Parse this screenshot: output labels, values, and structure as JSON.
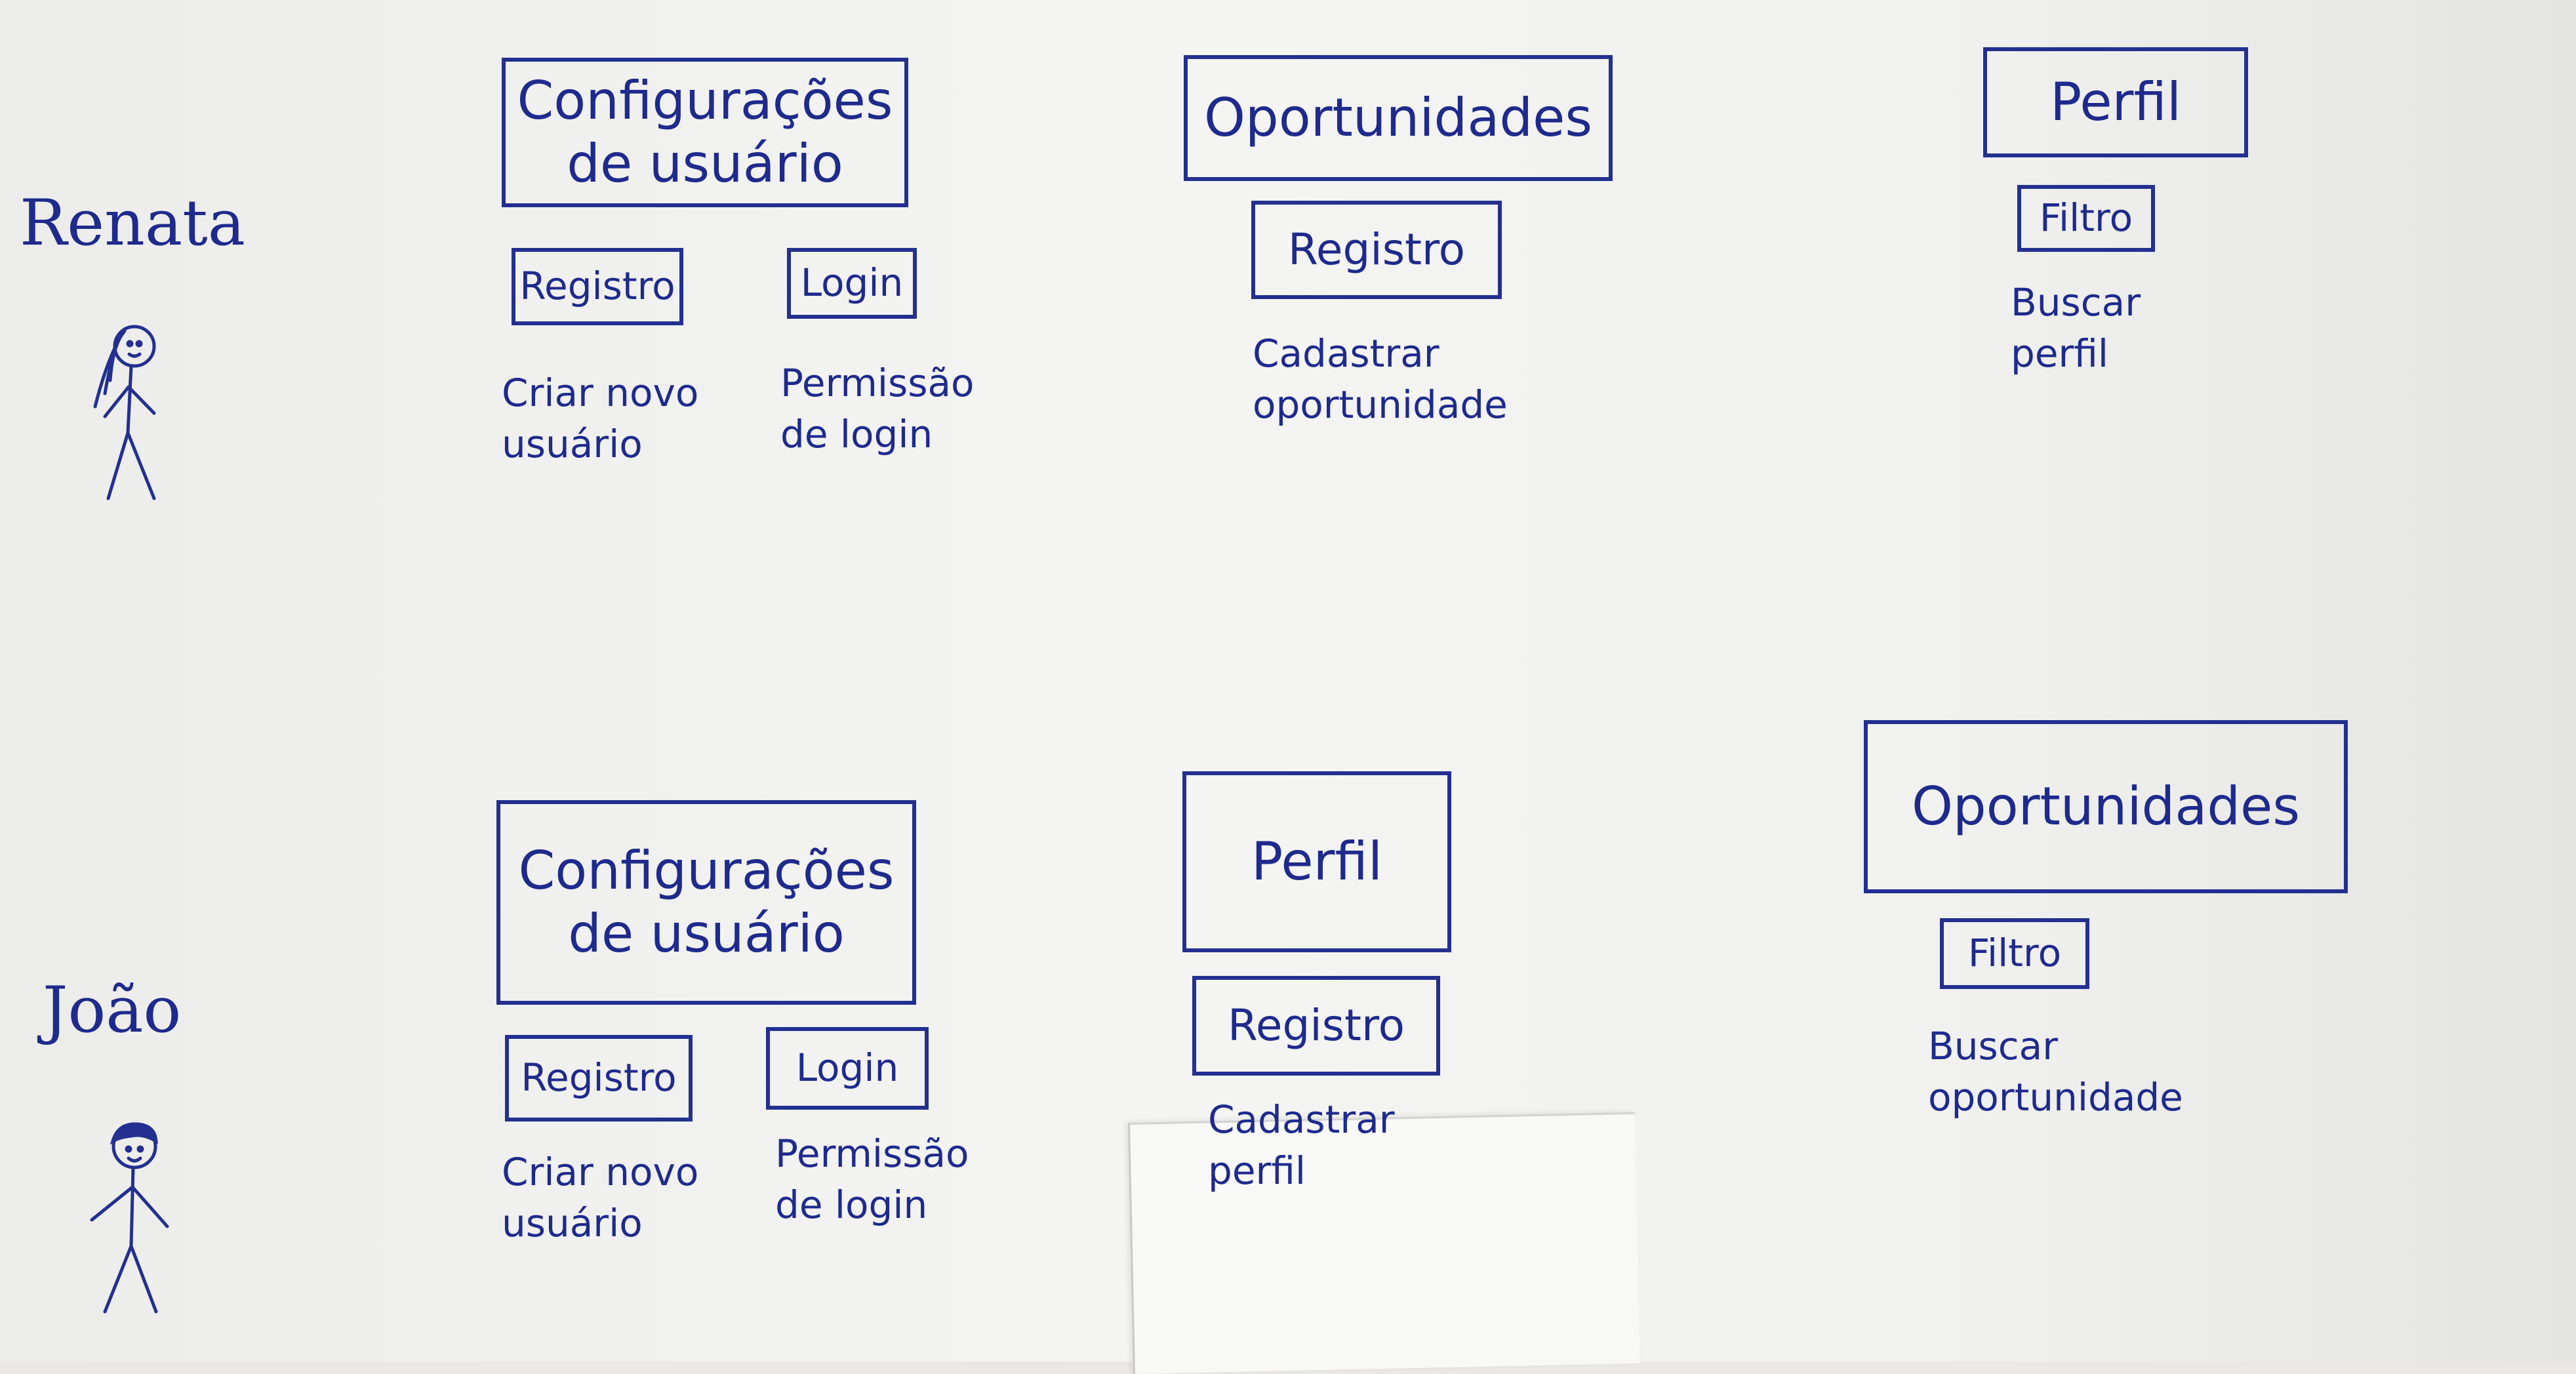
{
  "rows": [
    {
      "persona": "Renata",
      "sections": [
        {
          "title_lines": [
            "Configurações",
            "de usuário"
          ],
          "actions": [
            {
              "label": "Registro",
              "desc_lines": [
                "Criar novo",
                "usuário"
              ]
            },
            {
              "label": "Login",
              "desc_lines": [
                "Permissão",
                "de login"
              ]
            }
          ]
        },
        {
          "title_lines": [
            "Oportunidades"
          ],
          "actions": [
            {
              "label": "Registro",
              "desc_lines": [
                "Cadastrar",
                "oportunidade"
              ]
            }
          ]
        },
        {
          "title_lines": [
            "Perfil"
          ],
          "actions": [
            {
              "label": "Filtro",
              "desc_lines": [
                "Buscar",
                "perfil"
              ]
            }
          ]
        }
      ]
    },
    {
      "persona": "João",
      "sections": [
        {
          "title_lines": [
            "Configurações",
            "de usuário"
          ],
          "actions": [
            {
              "label": "Registro",
              "desc_lines": [
                "Criar novo",
                "usuário"
              ]
            },
            {
              "label": "Login",
              "desc_lines": [
                "Permissão",
                "de login"
              ]
            }
          ]
        },
        {
          "title_lines": [
            "Perfil"
          ],
          "actions": [
            {
              "label": "Registro",
              "desc_lines": [
                "Cadastrar",
                "perfil"
              ]
            }
          ]
        },
        {
          "title_lines": [
            "Oportunidades"
          ],
          "actions": [
            {
              "label": "Filtro",
              "desc_lines": [
                "Buscar",
                "oportunidade"
              ]
            }
          ]
        }
      ]
    }
  ],
  "colors": {
    "ink": "#1e2a8c",
    "paper": "#f4f4f2"
  }
}
